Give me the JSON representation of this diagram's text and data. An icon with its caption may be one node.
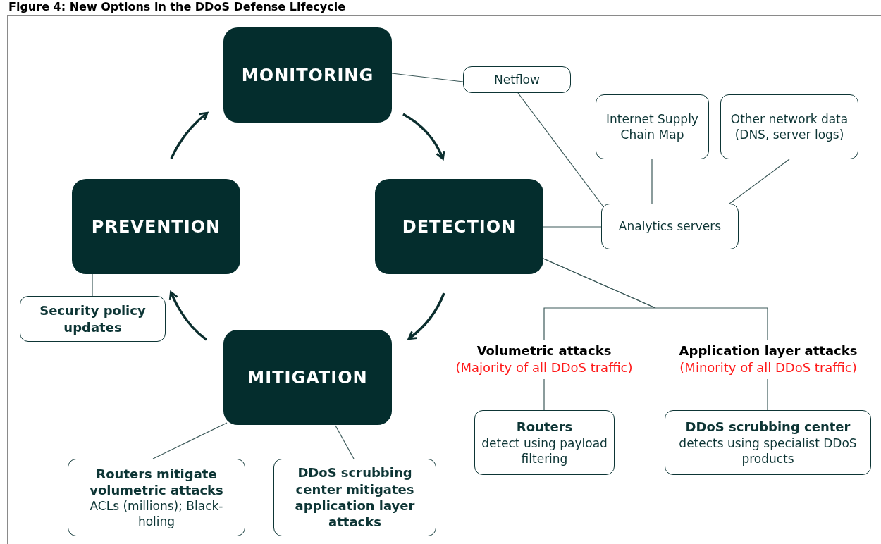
{
  "diagram": {
    "title": "Figure 4: New Options in the DDoS Defense Lifecycle",
    "nodes": [
      {
        "text": [
          "MONITORING"
        ]
      },
      {
        "text": [
          "DETECTION"
        ]
      },
      {
        "text": [
          "MITIGATION"
        ]
      },
      {
        "text": [
          "PREVENTION"
        ]
      },
      {
        "text": [
          "Netflow"
        ]
      },
      {
        "text": [
          "Internet Supply Chain Map"
        ]
      },
      {
        "text": [
          "Other network data (DNS, server logs)"
        ]
      },
      {
        "text": [
          "Analytics servers"
        ]
      },
      {
        "text": [
          "Security policy updates"
        ]
      },
      {
        "text": [
          "Routers mitigate volumetric attacks",
          "ACLs (millions); Black-holing"
        ]
      },
      {
        "text": [
          "DDoS scrubbing center mitigates application layer attacks"
        ]
      },
      {
        "text": [
          "Volumetric attacks",
          "(Majority of all DDoS traffic)"
        ]
      },
      {
        "text": [
          "Application layer attacks",
          "(Minority of all DDoS traffic)"
        ]
      },
      {
        "text": [
          "Routers",
          "detect using payload filtering"
        ]
      },
      {
        "text": [
          "DDoS scrubbing center",
          "detects using specialist DDoS products"
        ]
      }
    ],
    "edges": [
      {
        "from": 0,
        "to": 1,
        "arrow": "to",
        "style": "thick"
      },
      {
        "from": 1,
        "to": 2,
        "arrow": "to",
        "style": "thick"
      },
      {
        "from": 2,
        "to": 3,
        "arrow": "to",
        "style": "thick"
      },
      {
        "from": 3,
        "to": 0,
        "arrow": "to",
        "style": "thick"
      },
      {
        "from": 0,
        "to": 4,
        "arrow": "none"
      },
      {
        "from": 4,
        "to": 7,
        "arrow": "none"
      },
      {
        "from": 5,
        "to": 7,
        "arrow": "none"
      },
      {
        "from": 6,
        "to": 7,
        "arrow": "none"
      },
      {
        "from": 1,
        "to": 7,
        "arrow": "none"
      },
      {
        "from": 1,
        "to": 11,
        "arrow": "none"
      },
      {
        "from": 1,
        "to": 12,
        "arrow": "none"
      },
      {
        "from": 11,
        "to": 13,
        "arrow": "none"
      },
      {
        "from": 12,
        "to": 14,
        "arrow": "none"
      },
      {
        "from": 3,
        "to": 8,
        "arrow": "none"
      },
      {
        "from": 2,
        "to": 9,
        "arrow": "none"
      },
      {
        "from": 2,
        "to": 10,
        "arrow": "none"
      }
    ]
  }
}
